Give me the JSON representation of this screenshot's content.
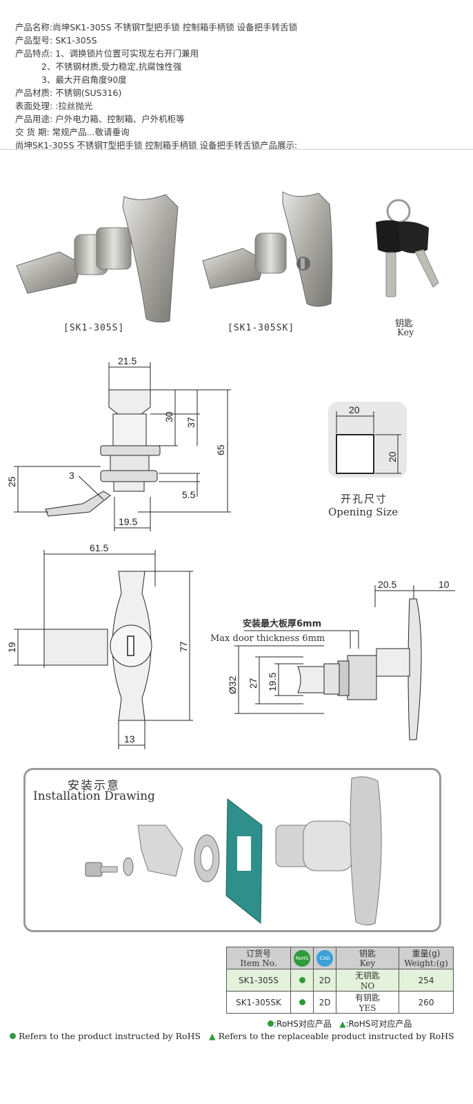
{
  "specs": {
    "name": {
      "label": "产品名称:",
      "value": "尚坤SK1-305S 不锈钢T型把手锁 控制箱手柄锁 设备把手转舌锁"
    },
    "model": {
      "label": "产品型号:",
      "value": "SK1-305S"
    },
    "features": {
      "label": "产品特点:",
      "items": [
        "1、调换锁片位置可实现左右开门兼用",
        "2、不锈钢材质,受力稳定,抗腐蚀性强",
        "3、最大开启角度90度"
      ]
    },
    "material": {
      "label": "产品材质:",
      "value": "不锈钢(SUS316)"
    },
    "surface": {
      "label": "表面处理:",
      "value": ":拉丝抛光"
    },
    "usage": {
      "label": "产品用途:",
      "value": "户外电力箱、控制箱、户外机柜等"
    },
    "delivery": {
      "label": "交 货 期:",
      "value": "常规产品...敬请垂询"
    },
    "showcase": "尚坤SK1-305S 不锈钢T型把手锁 控制箱手柄锁 设备把手转舌锁产品展示:"
  },
  "photos": {
    "captions": [
      "[SK1-305S]",
      "[SK1-305SK]"
    ],
    "key_cn": "钥匙",
    "key_en": "Key"
  },
  "drawing1": {
    "dims": [
      "21.5",
      "30",
      "37",
      "65",
      "25",
      "3",
      "5.5",
      "19.5"
    ]
  },
  "opening": {
    "dim_w": "20",
    "dim_h": "20",
    "title_cn": "开孔尺寸",
    "title_en": "Opening Size"
  },
  "drawing2": {
    "dims": [
      "61.5",
      "19",
      "77",
      "13"
    ]
  },
  "drawing3": {
    "dims": [
      "20.5",
      "10",
      "27",
      "19.5",
      "Ø32"
    ],
    "note_cn": "安装最大板厚6mm",
    "note_en": "Max door thickness 6mm"
  },
  "installation": {
    "title_cn": "安装示意",
    "title_en": "Installation Drawing"
  },
  "order_table": {
    "headers": [
      {
        "cn": "订货号",
        "en": "Item No."
      },
      {
        "icon": "RoHS"
      },
      {
        "icon": "CAD"
      },
      {
        "cn": "钥匙",
        "en": "Key"
      },
      {
        "cn": "重量(g)",
        "en": "Weight:(g)"
      }
    ],
    "rows": [
      {
        "item": "SK1-305S",
        "cad": "2D",
        "key_cn": "无钥匙",
        "key_en": "NO",
        "weight": "254"
      },
      {
        "item": "SK1-305SK",
        "cad": "2D",
        "key_cn": "有钥匙",
        "key_en": "YES",
        "weight": "260"
      }
    ]
  },
  "legend": {
    "rohs_cn": ":RoHS对应产品",
    "rohs_repl_cn": ":RoHS可对应产品",
    "rohs_en": "Refers to the product instructed by RoHS",
    "rohs_repl_en": "Refers to the replaceable product instructed by RoHS"
  },
  "colors": {
    "green": "#2e9b3a",
    "accent": "#2f8f8a"
  }
}
